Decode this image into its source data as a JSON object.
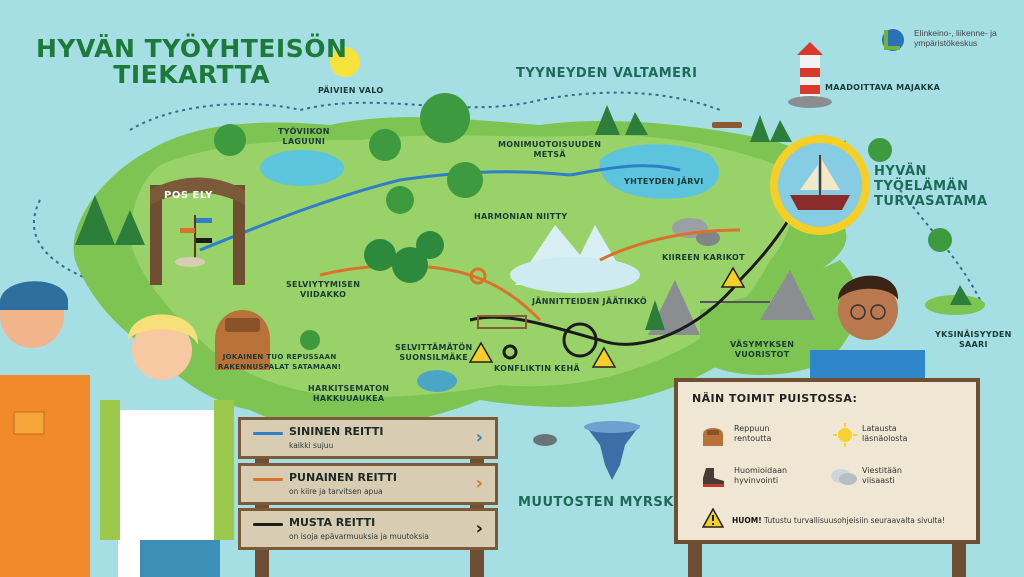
{
  "title_line1": "HYVÄN TYÖYHTEISÖN",
  "title_line2": "TIEKARTTA",
  "logo": {
    "line1": "Elinkeino-, liikenne- ja",
    "line2": "ympäristökeskus"
  },
  "sea_labels": {
    "ocean": "TYYNEYDEN VALTAMERI",
    "harbor_line1": "HYVÄN TYÖELÄMÄN",
    "harbor_line2": "TURVASATAMA",
    "storm": "MUUTOSTEN MYRSKY"
  },
  "places": {
    "sun": "PÄIVIEN VALO",
    "lagoon_line1": "TYÖVIIKON",
    "lagoon_line2": "LAGUUNI",
    "forest_line1": "MONIMUOTOISUUDEN",
    "forest_line2": "METSÄ",
    "lake": "YHTEYDEN JÄRVI",
    "lighthouse": "MAADOITTAVA MAJAKKA",
    "meadow": "HARMONIAN NIITTY",
    "jungle_line1": "SELVIYTYMISEN",
    "jungle_line2": "VIIDAKKO",
    "reefs": "KIIREEN KARIKOT",
    "glacier": "JÄNNITTEIDEN JÄÄTIKKÖ",
    "swamp_line1": "SELVITTÄMÄTÖN",
    "swamp_line2": "SUONSILMÄKE",
    "conflict": "KONFLIKTIN KEHÄ",
    "clearing_line1": "HARKITSEMATON",
    "clearing_line2": "HAKKUUAUKEA",
    "mountains_line1": "VÄSYMYKSEN",
    "mountains_line2": "VUORISTOT",
    "island_line1": "YKSINÄISYYDEN",
    "island_line2": "SAARI",
    "backpack_line1": "JOKAINEN TUO REPUSSAAN",
    "backpack_line2": "RAKENNUSPALAT SATAMAAN!"
  },
  "gate_sign": "POS ELY",
  "routes": [
    {
      "title": "SININEN REITTI",
      "sub": "kaikki sujuu",
      "color": "#2f7fc8"
    },
    {
      "title": "PUNAINEN REITTI",
      "sub": "on kiire ja tarvitsen apua",
      "color": "#d9732b"
    },
    {
      "title": "MUSTA REITTI",
      "sub": "on isoja epävarmuuksia ja muutoksia",
      "color": "#1b1b1b"
    }
  ],
  "board": {
    "title": "NÄIN TOIMIT PUISTOSSA:",
    "tips": [
      {
        "icon": "backpack-icon",
        "line1": "Reppuun",
        "line2": "rentoutta"
      },
      {
        "icon": "sun-icon",
        "line1": "Latausta",
        "line2": "läsnäolosta"
      },
      {
        "icon": "boot-icon",
        "line1": "Huomioidaan",
        "line2": "hyvinvointi"
      },
      {
        "icon": "speech-bubble-icon",
        "line1": "Viestitään",
        "line2": "viisaasti"
      }
    ],
    "warning_bold": "HUOM!",
    "warning_text": " Tutustu turvallisuusohjeisiin seuraavalta sivulta!"
  }
}
